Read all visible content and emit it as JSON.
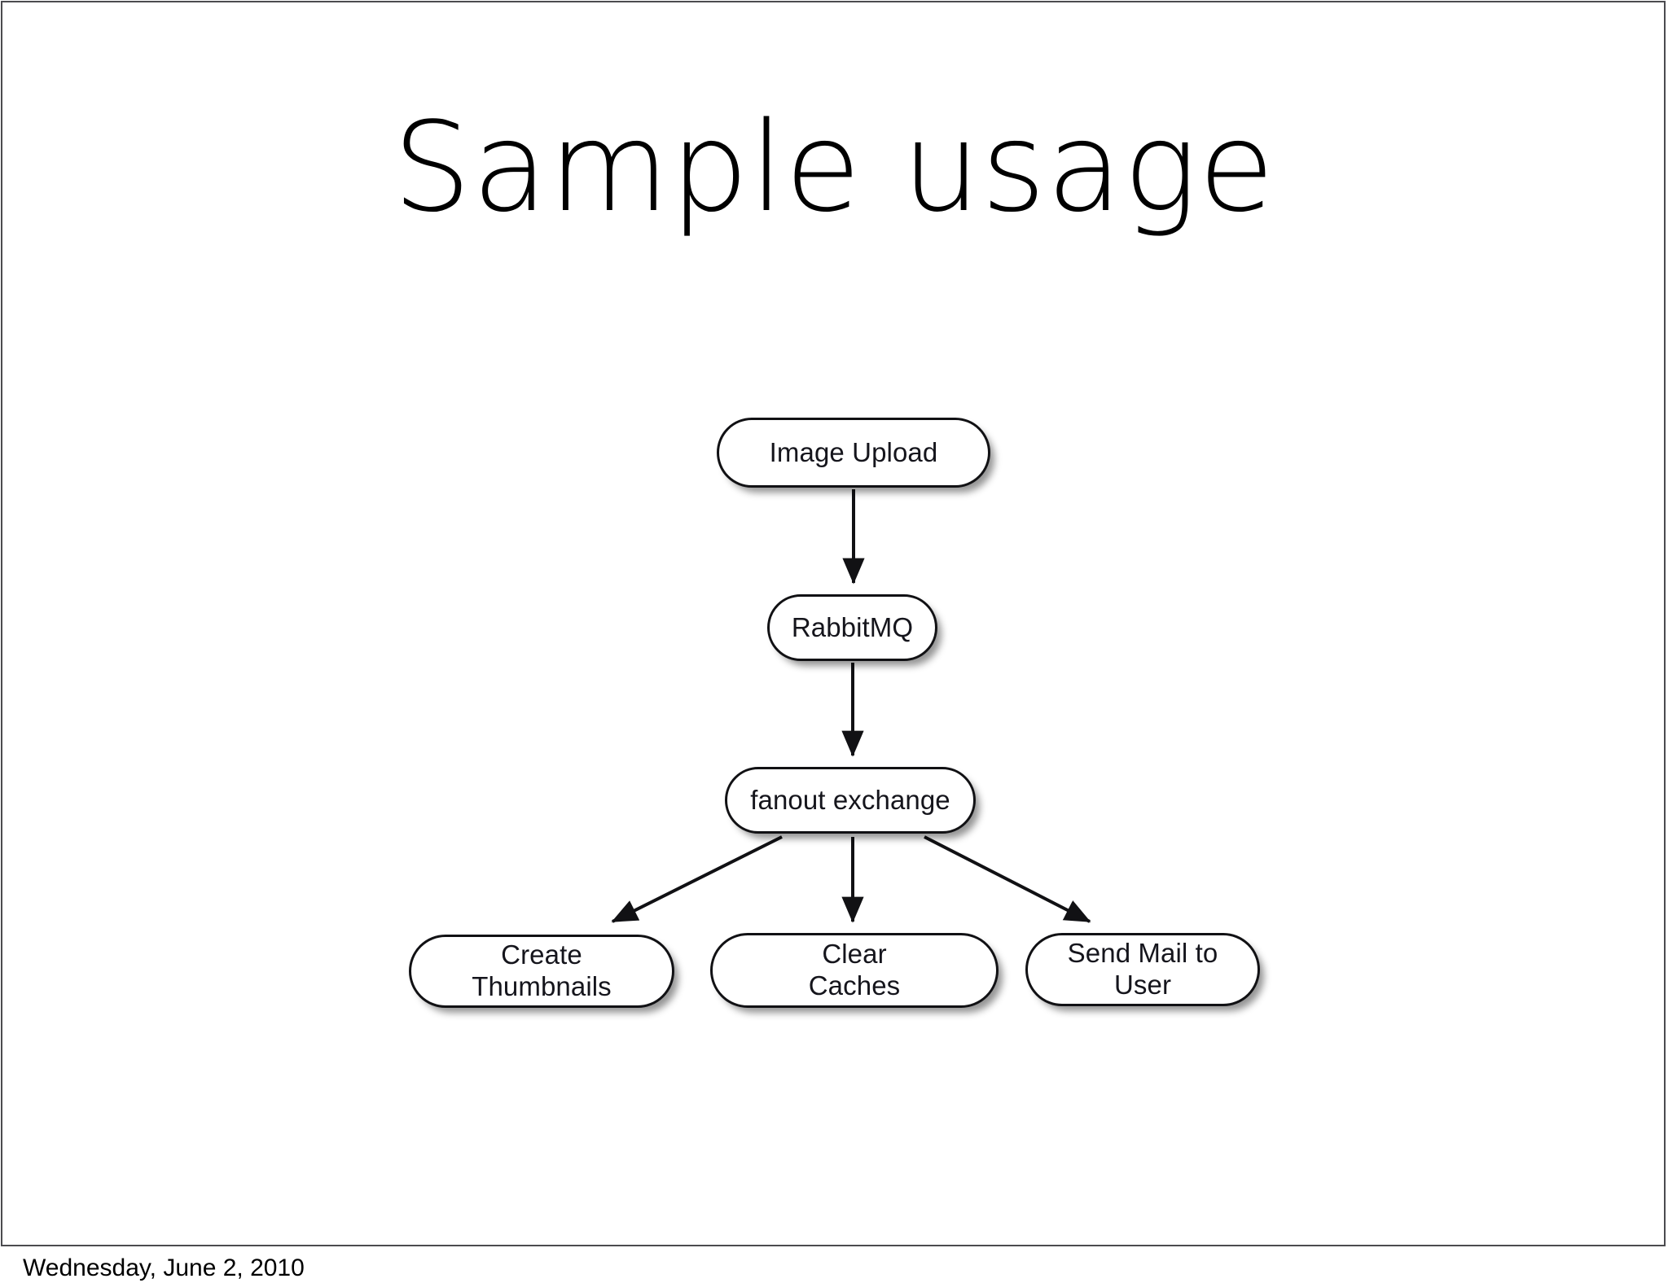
{
  "slide": {
    "title": "Sample usage",
    "footer_date": "Wednesday, June 2, 2010",
    "background_color": "#ffffff",
    "frame_color": "#4b4b4f"
  },
  "diagram": {
    "type": "flowchart",
    "orientation": "top-to-bottom",
    "node_shape": "stadium",
    "node_fill": "#ffffff",
    "node_stroke": "#111114",
    "edge_color": "#111114",
    "nodes": [
      {
        "id": "image-upload",
        "label": "Image Upload"
      },
      {
        "id": "rabbitmq",
        "label": "RabbitMQ"
      },
      {
        "id": "fanout",
        "label": "fanout exchange"
      },
      {
        "id": "create-thumbnails",
        "label": "Create\nThumbnails"
      },
      {
        "id": "clear-caches",
        "label": "Clear\nCaches"
      },
      {
        "id": "send-mail",
        "label": "Send Mail to\nUser"
      }
    ],
    "edges": [
      {
        "from": "image-upload",
        "to": "rabbitmq",
        "arrow": "single"
      },
      {
        "from": "rabbitmq",
        "to": "fanout",
        "arrow": "single"
      },
      {
        "from": "fanout",
        "to": "create-thumbnails",
        "arrow": "single"
      },
      {
        "from": "fanout",
        "to": "clear-caches",
        "arrow": "single"
      },
      {
        "from": "fanout",
        "to": "send-mail",
        "arrow": "single"
      }
    ]
  }
}
